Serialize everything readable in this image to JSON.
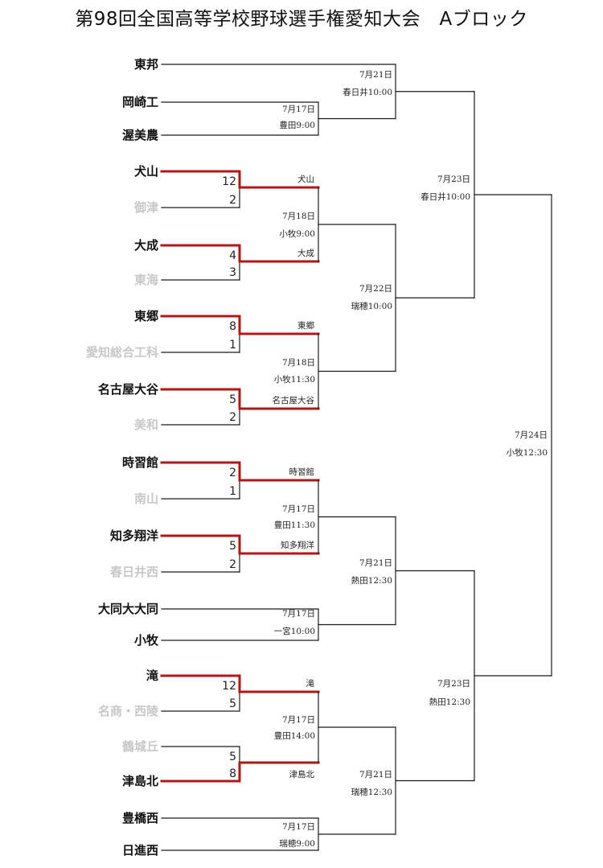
{
  "title": "第98回全国高等学校野球選手権愛知大会　Aブロック",
  "colors": {
    "winner_line": "#b01818",
    "line": "#1a1a1a",
    "team": "#111111",
    "eliminated": "#c8c8c8"
  },
  "teams": [
    {
      "name": "東邦",
      "status": "active"
    },
    {
      "name": "岡崎工",
      "status": "active"
    },
    {
      "name": "渥美農",
      "status": "active"
    },
    {
      "name": "犬山",
      "status": "winner"
    },
    {
      "name": "御津",
      "status": "eliminated"
    },
    {
      "name": "大成",
      "status": "winner"
    },
    {
      "name": "東海",
      "status": "eliminated"
    },
    {
      "name": "東郷",
      "status": "winner"
    },
    {
      "name": "愛知総合工科",
      "status": "eliminated"
    },
    {
      "name": "名古屋大谷",
      "status": "winner"
    },
    {
      "name": "美和",
      "status": "eliminated"
    },
    {
      "name": "時習館",
      "status": "winner"
    },
    {
      "name": "南山",
      "status": "eliminated"
    },
    {
      "name": "知多翔洋",
      "status": "winner"
    },
    {
      "name": "春日井西",
      "status": "eliminated"
    },
    {
      "name": "大同大大同",
      "status": "active"
    },
    {
      "name": "小牧",
      "status": "active"
    },
    {
      "name": "滝",
      "status": "winner"
    },
    {
      "name": "名商・西陵",
      "status": "eliminated"
    },
    {
      "name": "鶴城丘",
      "status": "eliminated"
    },
    {
      "name": "津島北",
      "status": "winner"
    },
    {
      "name": "豊橋西",
      "status": "active"
    },
    {
      "name": "日進西",
      "status": "active"
    }
  ],
  "scores": [
    "12",
    "2",
    "4",
    "3",
    "8",
    "1",
    "5",
    "2",
    "2",
    "1",
    "5",
    "2",
    "12",
    "5",
    "5",
    "8"
  ],
  "winner_labels": [
    "犬山",
    "大成",
    "東郷",
    "名古屋大谷",
    "時習館",
    "知多翔洋",
    "滝",
    "津島北"
  ],
  "schedule": [
    {
      "date": "7月21日",
      "venue": "春日井10:00"
    },
    {
      "date": "7月17日",
      "venue": "豊田9:00"
    },
    {
      "date": "7月18日",
      "venue": "小牧9:00"
    },
    {
      "date": "7月18日",
      "venue": "小牧11:30"
    },
    {
      "date": "7月22日",
      "venue": "瑞穂10:00"
    },
    {
      "date": "7月23日",
      "venue": "春日井10:00"
    },
    {
      "date": "7月17日",
      "venue": "豊田11:30"
    },
    {
      "date": "7月17日",
      "venue": "一宮10:00"
    },
    {
      "date": "7月21日",
      "venue": "熱田12:30"
    },
    {
      "date": "7月17日",
      "venue": "豊田14:00"
    },
    {
      "date": "7月17日",
      "venue": "瑞穂9:00"
    },
    {
      "date": "7月21日",
      "venue": "瑞穂12:30"
    },
    {
      "date": "7月23日",
      "venue": "熱田12:30"
    },
    {
      "date": "7月24日",
      "venue": "小牧12:30"
    }
  ]
}
